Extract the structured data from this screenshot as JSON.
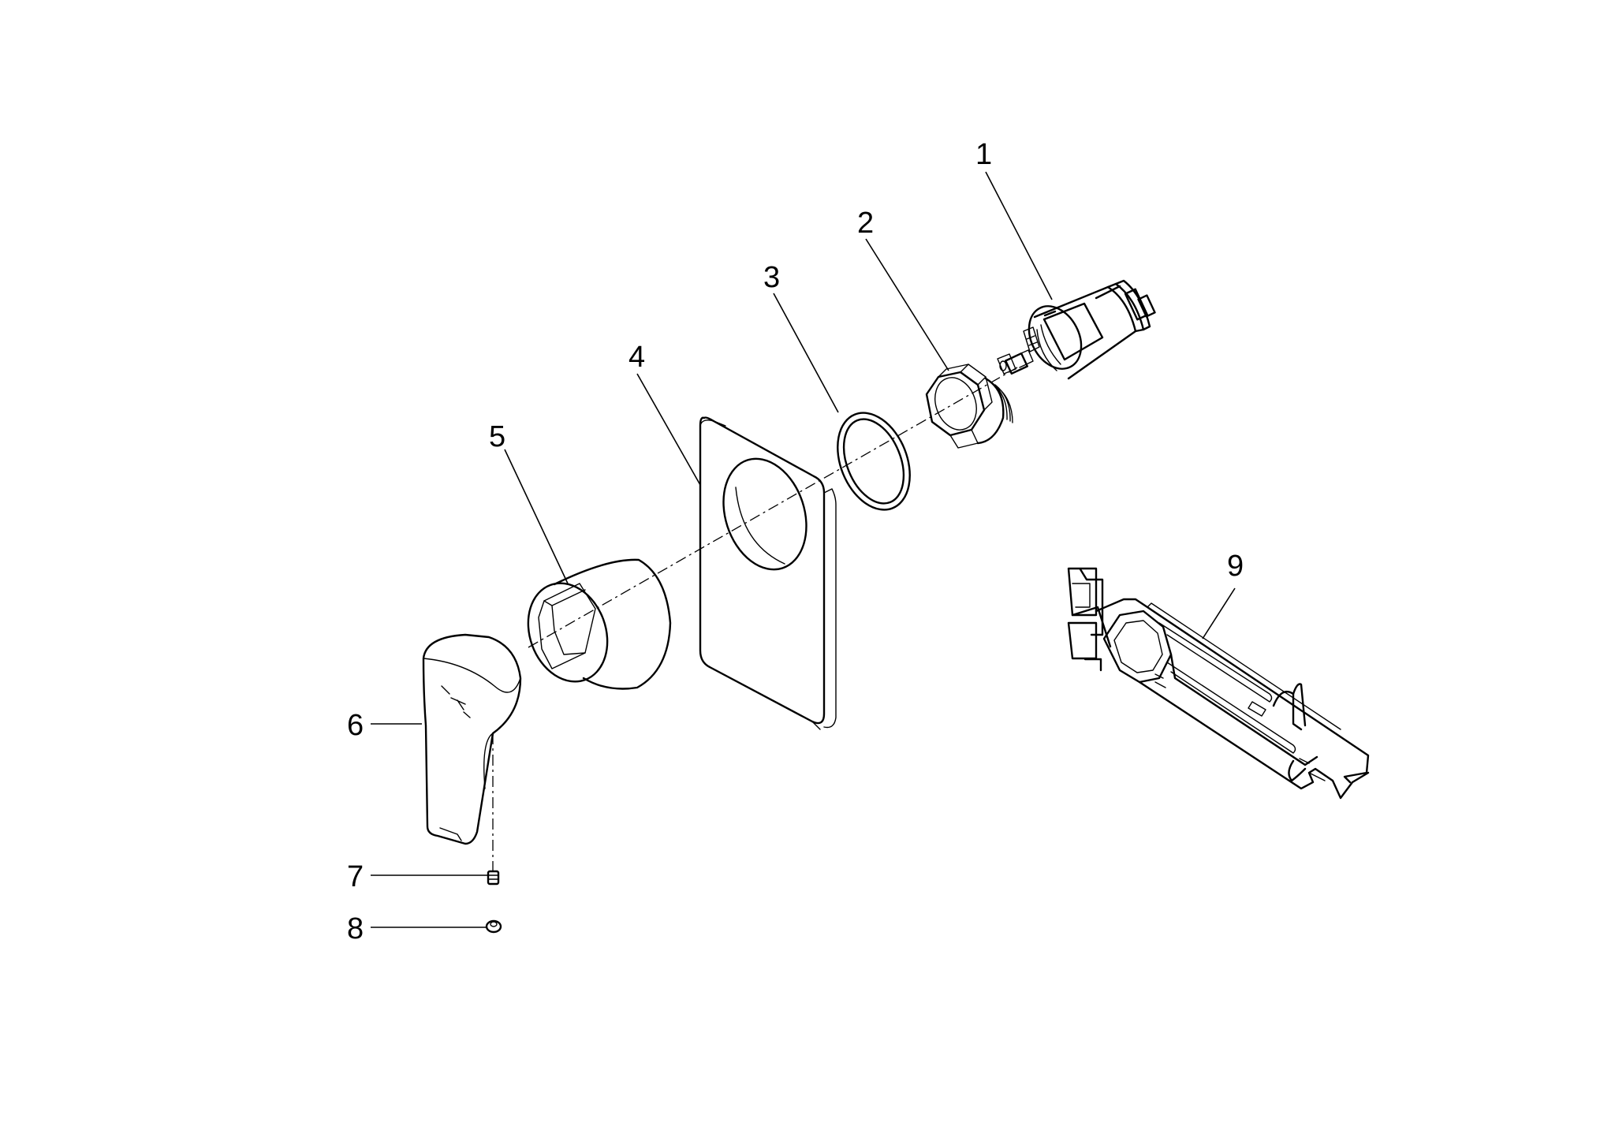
{
  "diagram": {
    "callouts": [
      {
        "id": "part-1",
        "label": "1"
      },
      {
        "id": "part-2",
        "label": "2"
      },
      {
        "id": "part-3",
        "label": "3"
      },
      {
        "id": "part-4",
        "label": "4"
      },
      {
        "id": "part-5",
        "label": "5"
      },
      {
        "id": "part-6",
        "label": "6"
      },
      {
        "id": "part-7",
        "label": "7"
      },
      {
        "id": "part-8",
        "label": "8"
      },
      {
        "id": "part-9",
        "label": "9"
      }
    ]
  }
}
